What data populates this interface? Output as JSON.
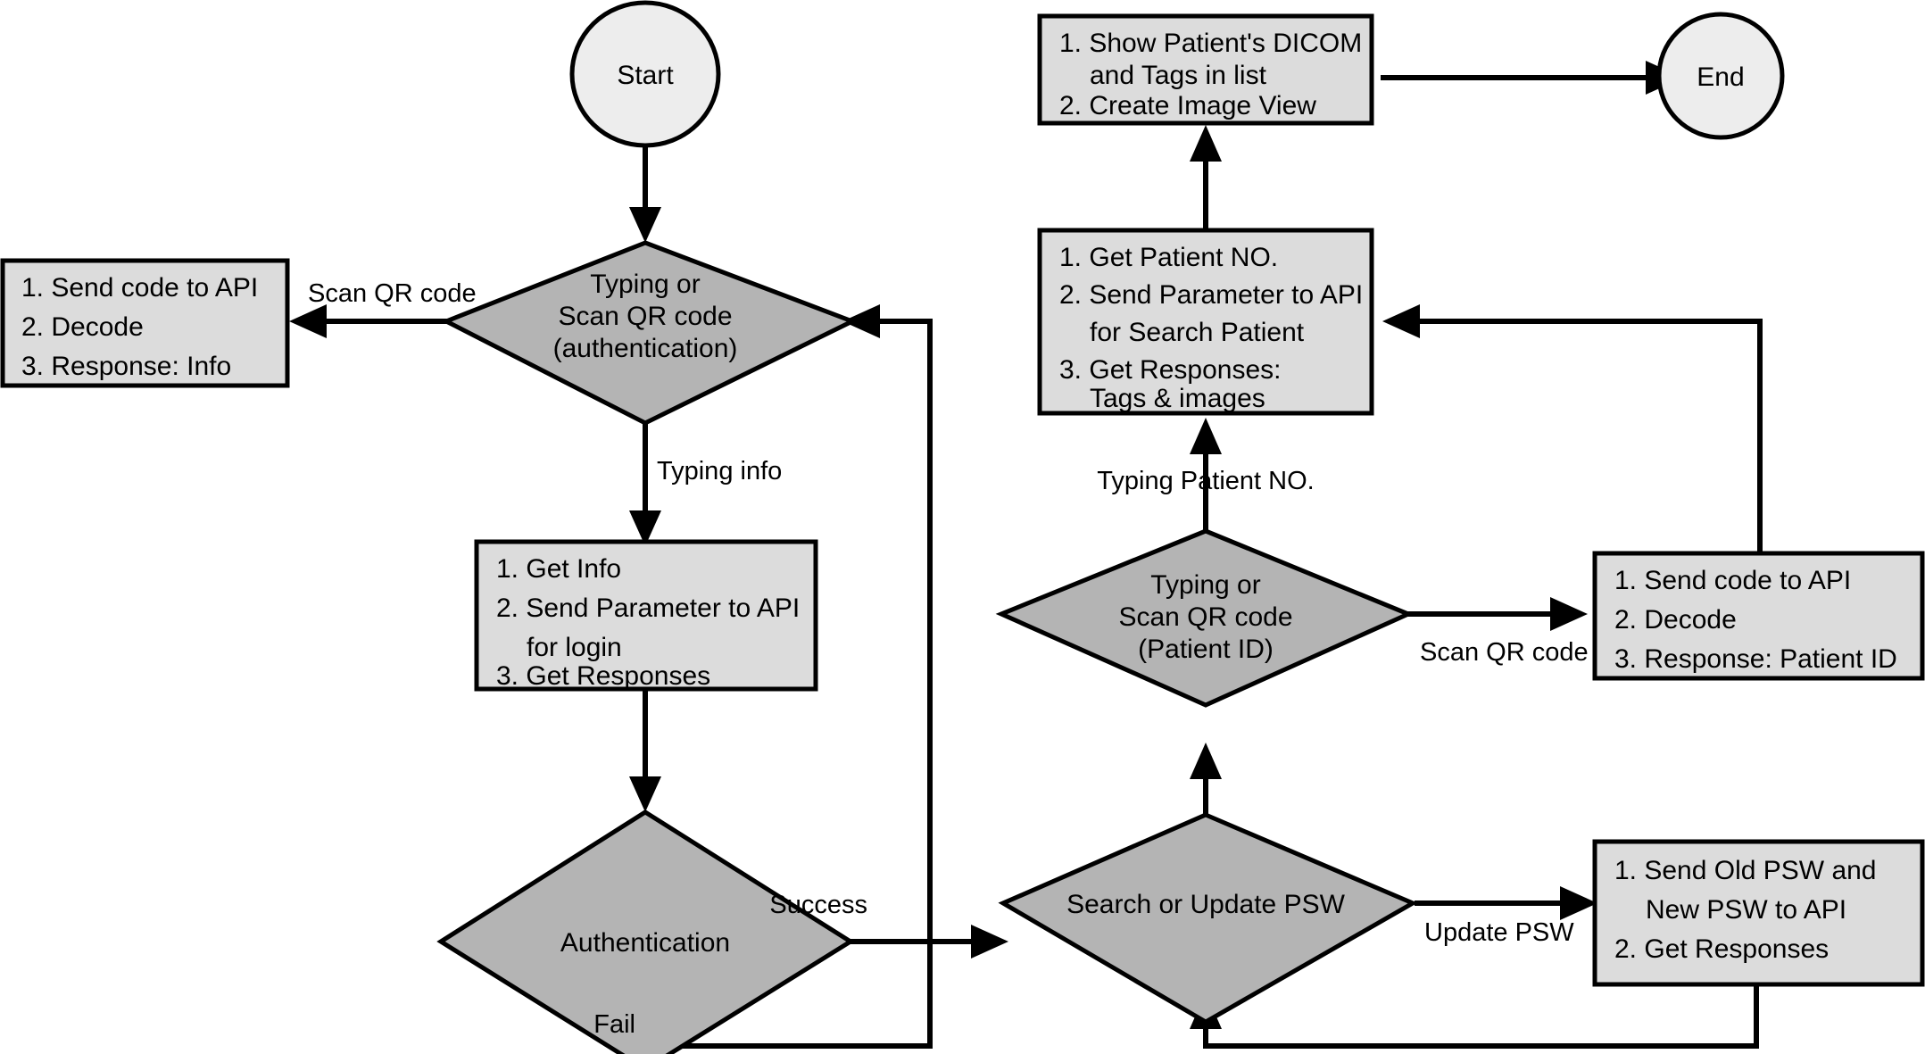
{
  "diagram": {
    "title": "DICOM patient lookup and authentication flowchart",
    "colors": {
      "box_fill": "#dcdcdc",
      "diamond_fill": "#b4b4b4",
      "terminal_fill": "#ededed",
      "stroke": "#000000",
      "background": "#ffffff"
    },
    "nodes": {
      "start": {
        "label": "Start"
      },
      "end": {
        "label": "End"
      },
      "auth_choice": {
        "line1": "Typing or",
        "line2": "Scan QR code",
        "line3": "(authentication)"
      },
      "decode_info_box": {
        "line1": "1. Send code to API",
        "line2": "2. Decode",
        "line3": "3. Response: Info"
      },
      "login_box": {
        "line1": "1. Get Info",
        "line2": "2. Send Parameter to API",
        "line3": "for login",
        "line4": "3. Get Responses"
      },
      "authentication": {
        "label": "Authentication"
      },
      "search_update_psw": {
        "label": "Search or Update PSW"
      },
      "patient_id_choice": {
        "line1": "Typing or",
        "line2": "Scan QR code",
        "line3": "(Patient ID)"
      },
      "decode_patient_id_box": {
        "line1": "1. Send code to API",
        "line2": "2. Decode",
        "line3": "3. Response: Patient ID"
      },
      "update_psw_box": {
        "line1": "1. Send Old PSW and",
        "line2": "New PSW to API",
        "line3": "2. Get Responses"
      },
      "search_patient_box": {
        "line1": "1. Get Patient NO.",
        "line2": "2. Send Parameter to API",
        "line3": "for Search Patient",
        "line4": "3. Get Responses:",
        "line5": "Tags & images"
      },
      "show_dicom_box": {
        "line1": "1. Show Patient's DICOM",
        "line2": "and Tags in list",
        "line3": "2. Create Image View"
      }
    },
    "edge_labels": {
      "scan_qr_code_auth": "Scan QR code",
      "typing_info": "Typing  info",
      "success": "Success",
      "fail": "Fail",
      "update_psw": "Update PSW",
      "scan_qr_code_patient": "Scan QR code",
      "typing_patient_no": "Typing Patient NO."
    }
  }
}
